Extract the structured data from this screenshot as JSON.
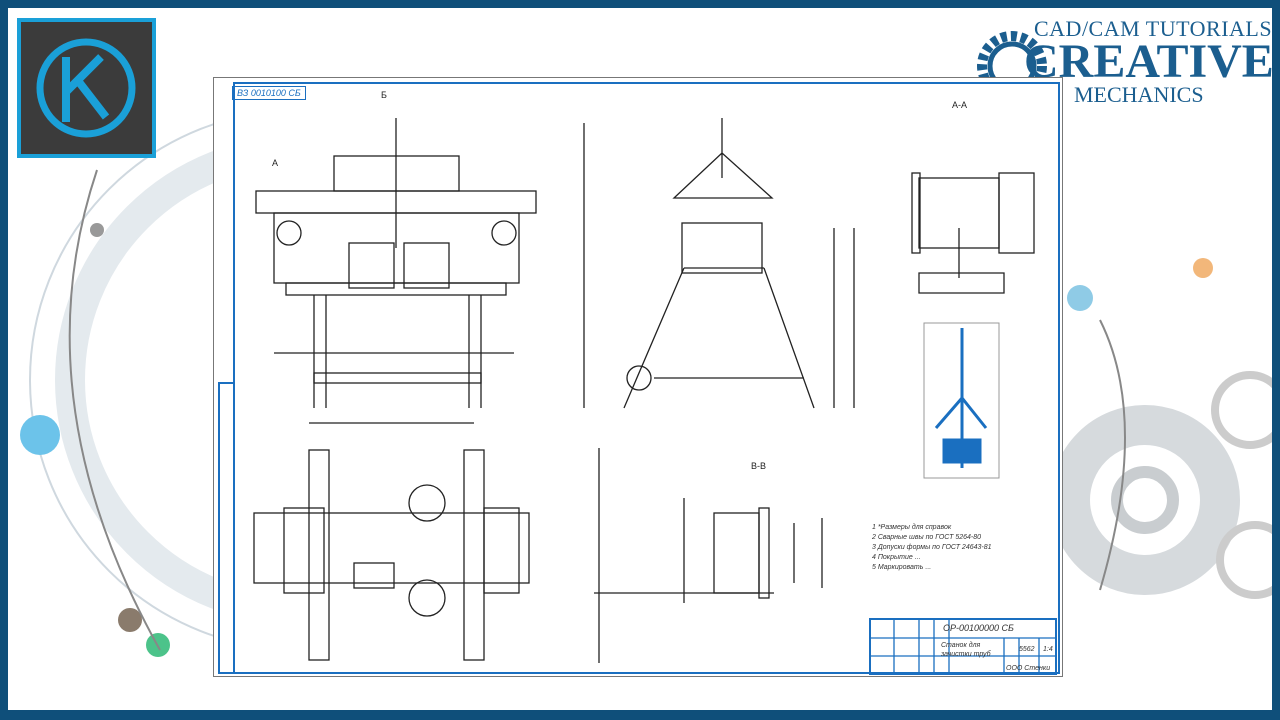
{
  "brand": {
    "line1": "CAD/CAM TUTORIALS",
    "line2": "CREATIVE",
    "line3": "MECHANICS",
    "logo_letter": "K"
  },
  "drawing": {
    "stamp": "ВЗ 0010100 СБ",
    "section_aa": "А-А",
    "section_bb": "В-В",
    "view_b": "Б",
    "view_a": "А",
    "notes": [
      "1 *Размеры для справок",
      "2 Сварные швы по ГОСТ 5264-80",
      "3 Допуски формы по ГОСТ 24643-81",
      "4 Покрытие ...",
      "5 Маркировать ..."
    ],
    "title_block": {
      "code": "ОР-00100000 СБ",
      "name": "Станок для зачистки труб",
      "scale": "1:4",
      "sheet": "5562",
      "org": "ООО Стенки"
    }
  },
  "colors": {
    "frame": "#0f4f7a",
    "accent": "#1a6fc0",
    "logo_bg": "#3b3b3b",
    "logo_ring": "#1aa0d8"
  }
}
